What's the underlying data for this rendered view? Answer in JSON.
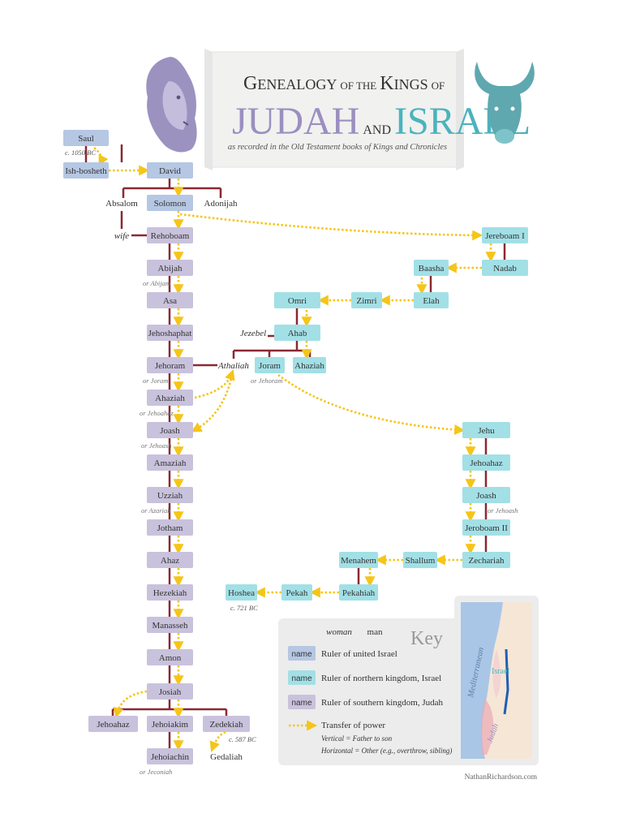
{
  "title": {
    "line1_big1": "G",
    "line1_small1": "ENEALOGY",
    "line1_of": "OF THE",
    "line1_big2": "K",
    "line1_small2": "INGS",
    "line1_of2": "OF",
    "judah": "JUDAH",
    "and": "AND",
    "israel": "ISRAEL",
    "subtitle": "as recorded in the Old Testament books of Kings and Chronicles"
  },
  "colors": {
    "united": "#b5c7e3",
    "north": "#a2e0e6",
    "south": "#c9c2dc",
    "arrow": "#f5c518",
    "line": "#8b2832",
    "judah_text": "#9b8fc0",
    "israel_text": "#4bb3bd",
    "lion": "#9c92c0",
    "bull": "#5fa8b0"
  },
  "icons": {
    "lion": "lion-head-icon",
    "bull": "bull-head-icon"
  },
  "kings": {
    "saul": "Saul",
    "ishbosheth": "Ish-bosheth",
    "david": "David",
    "solomon": "Solomon",
    "rehoboam": "Rehoboam",
    "abijah": "Abijah",
    "asa": "Asa",
    "jehoshaphat": "Jehoshaphat",
    "jehoram": "Jehoram",
    "ahaziah_j": "Ahaziah",
    "joash_j": "Joash",
    "amaziah": "Amaziah",
    "uzziah": "Uzziah",
    "jotham": "Jotham",
    "ahaz": "Ahaz",
    "hezekiah": "Hezekiah",
    "manasseh": "Manasseh",
    "amon": "Amon",
    "josiah": "Josiah",
    "jehoahaz_j": "Jehoahaz",
    "jehoiakim": "Jehoiakim",
    "zedekiah": "Zedekiah",
    "jehoiachin": "Jehoiachin",
    "jeroboam1": "Jereboam I",
    "nadab": "Nadab",
    "baasha": "Baasha",
    "elah": "Elah",
    "zimri": "Zimri",
    "omri": "Omri",
    "ahab": "Ahab",
    "joram_i": "Joram",
    "ahaziah_i": "Ahaziah",
    "jehu": "Jehu",
    "jehoahaz_i": "Jehoahaz",
    "joash_i": "Joash",
    "jeroboam2": "Jeroboam II",
    "zechariah": "Zechariah",
    "shallum": "Shallum",
    "menahem": "Menahem",
    "pekahiah": "Pekahiah",
    "pekah": "Pekah",
    "hoshea": "Hoshea"
  },
  "people": {
    "absalom": "Absalom",
    "adonijah": "Adonijah",
    "wife": "wife",
    "jezebel": "Jezebel",
    "athaliah": "Athaliah",
    "gedaliah": "Gedaliah"
  },
  "notes": {
    "saul_date": "c. 1050 BC",
    "abijah": "or Abijam",
    "jehoram": "or Joram",
    "ahaziah": "or Jehoahaz",
    "joash_j": "or Jehoash",
    "uzziah": "or Azariah",
    "joram_i": "or Jehoram",
    "joash_i": "or Jehoash",
    "hoshea_date": "c. 721 BC",
    "zedekiah_date": "c. 587 BC",
    "jehoiachin": "or Jeconiah"
  },
  "key": {
    "woman": "woman",
    "man": "man",
    "heading": "Key",
    "box_label": "name",
    "united": "Ruler of united Israel",
    "north": "Ruler of northern kingdom, Israel",
    "south": "Ruler of southern kingdom, Judah",
    "transfer": "Transfer of power",
    "vertical": "Vertical = Father to son",
    "horizontal": "Horizontal = Other (e.g., overthrow, sibling)"
  },
  "map": {
    "sea": "Mediterranean",
    "israel": "Israel",
    "judah": "Judah"
  },
  "credit": "NathanRichardson.com"
}
